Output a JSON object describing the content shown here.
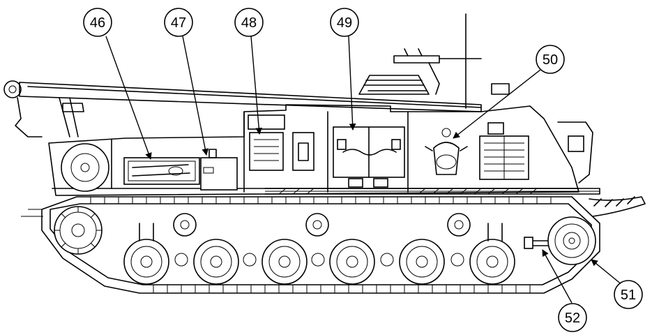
{
  "callouts": [
    {
      "id": "46",
      "label": "46"
    },
    {
      "id": "47",
      "label": "47"
    },
    {
      "id": "48",
      "label": "48"
    },
    {
      "id": "49",
      "label": "49"
    },
    {
      "id": "50",
      "label": "50"
    },
    {
      "id": "51",
      "label": "51"
    },
    {
      "id": "52",
      "label": "52"
    }
  ],
  "colors": {
    "line": "#000000",
    "background": "#ffffff"
  }
}
